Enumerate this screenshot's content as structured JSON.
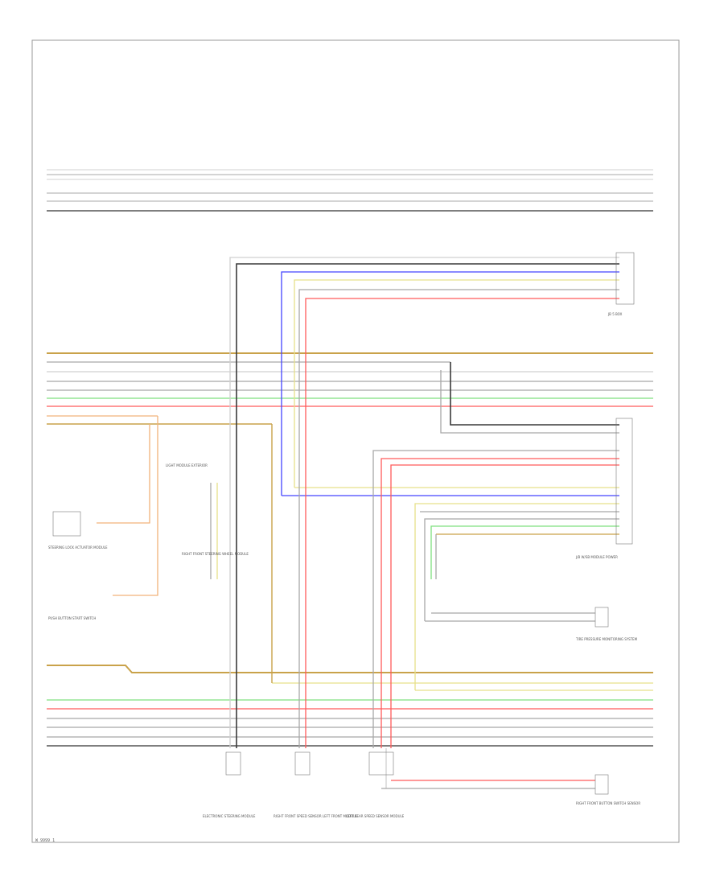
{
  "footer": {
    "code": "W 9999 1"
  },
  "colors": {
    "wire_gray": "#a8a8a8",
    "wire_dark": "#3a3a3a",
    "wire_light": "#d0d0d0",
    "wire_tan": "#c9a24a",
    "wire_yellow": "#e6e08a",
    "wire_green": "#7fe07f",
    "wire_red": "#ff5a5a",
    "wire_blue": "#4444ff",
    "wire_orange": "#f2b27a",
    "frame": "#9a9a9a"
  },
  "components": [
    {
      "id": "c-right-top",
      "label": "JB 5 BOX"
    },
    {
      "id": "c-right-mid",
      "label": "J/B W/SB MODULE POWER"
    },
    {
      "id": "c-tire-pressure",
      "label": "TIRE PRESSURE MONITORING SYSTEM"
    },
    {
      "id": "c-left-module",
      "label": "LIGHT MODULE EXTERIOR"
    },
    {
      "id": "c-center-module",
      "label": "RIGHT FRONT STEERING WHEEL MODULE"
    },
    {
      "id": "c-bottom-right",
      "label": "RIGHT FRONT BUTTON SWITCH SENSOR"
    },
    {
      "id": "c-bottom-1",
      "label": "ELECTRONIC STEERING MODULE"
    },
    {
      "id": "c-bottom-2",
      "label": "RIGHT FRONT SPEED SENSOR LEFT FRONT MODULE"
    },
    {
      "id": "c-bottom-3",
      "label": "LEFT REAR SPEED SENSOR MODULE"
    },
    {
      "id": "c-steering-lock",
      "label": "STEERING LOCK ACTUATOR MODULE"
    },
    {
      "id": "c-push-button",
      "label": "PUSH BUTTON START SWITCH"
    }
  ]
}
